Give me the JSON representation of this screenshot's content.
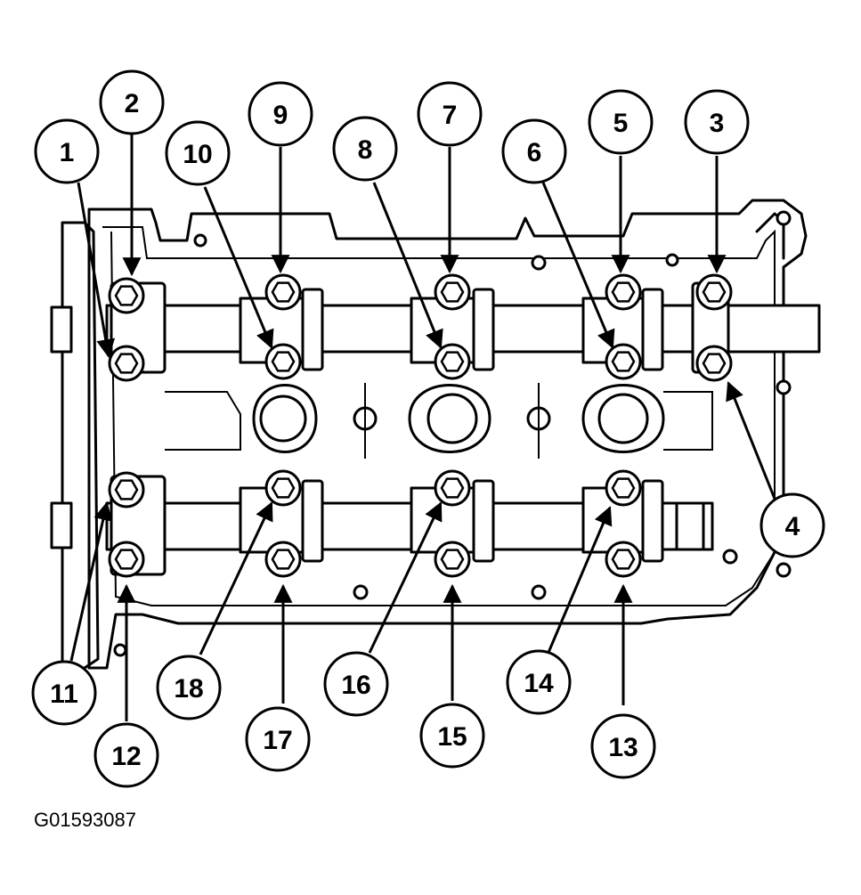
{
  "figure_id": "G01593087",
  "callouts": [
    "1",
    "2",
    "3",
    "4",
    "5",
    "6",
    "7",
    "8",
    "9",
    "10",
    "11",
    "12",
    "13",
    "14",
    "15",
    "16",
    "17",
    "18"
  ]
}
